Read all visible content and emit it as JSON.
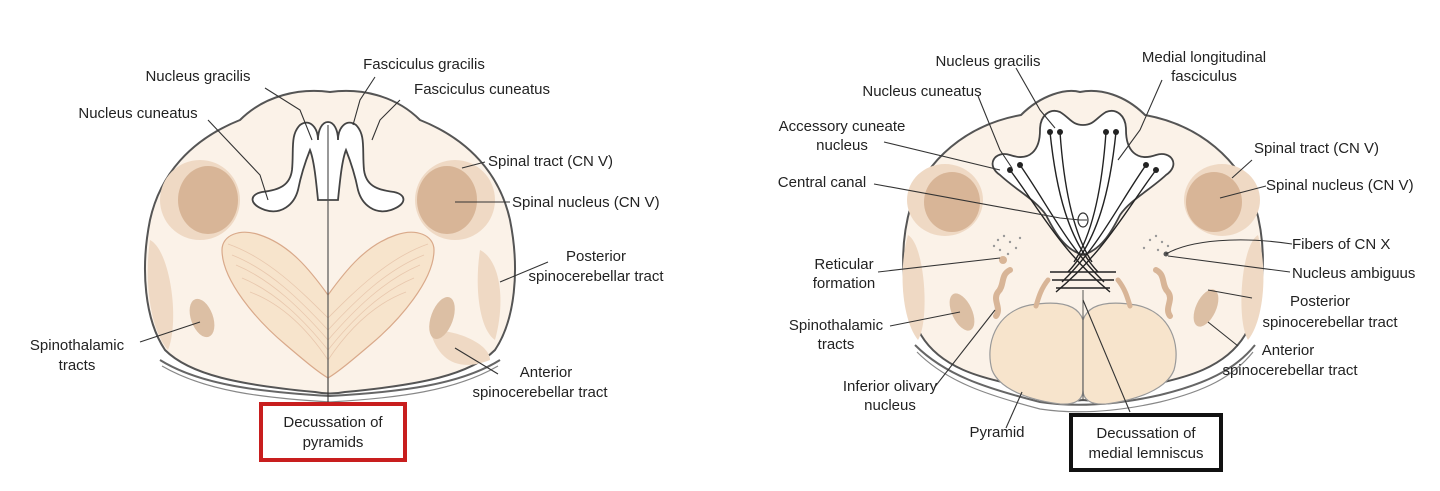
{
  "figures": [
    {
      "id": "caudal",
      "labels": {
        "nucleus_gracilis": "Nucleus gracilis",
        "fasciculus_gracilis": "Fasciculus gracilis",
        "fasciculus_cuneatus": "Fasciculus cuneatus",
        "nucleus_cuneatus": "Nucleus cuneatus",
        "spinal_tract": "Spinal tract (CN V)",
        "spinal_nucleus": "Spinal nucleus (CN V)",
        "posterior_sct_1": "Posterior",
        "posterior_sct_2": "spinocerebellar tract",
        "spinothalamic_1": "Spinothalamic",
        "spinothalamic_2": "tracts",
        "anterior_sct_1": "Anterior",
        "anterior_sct_2": "spinocerebellar tract"
      },
      "highlight": {
        "line1": "Decussation of",
        "line2": "pyramids",
        "color": "#c81e1e"
      }
    },
    {
      "id": "rostral",
      "labels": {
        "nucleus_gracilis": "Nucleus gracilis",
        "mlf_1": "Medial longitudinal",
        "mlf_2": "fasciculus",
        "nucleus_cuneatus": "Nucleus cuneatus",
        "accessory_cuneate_1": "Accessory cuneate",
        "accessory_cuneate_2": "nucleus",
        "central_canal": "Central canal",
        "spinal_tract": "Spinal tract (CN V)",
        "spinal_nucleus": "Spinal nucleus (CN V)",
        "fibers_cn_x": "Fibers of CN X",
        "nucleus_ambiguus": "Nucleus ambiguus",
        "reticular_1": "Reticular",
        "reticular_2": "formation",
        "spinothalamic_1": "Spinothalamic",
        "spinothalamic_2": "tracts",
        "posterior_sct_1": "Posterior",
        "posterior_sct_2": "spinocerebellar tract",
        "anterior_sct_1": "Anterior",
        "anterior_sct_2": "spinocerebellar tract",
        "inferior_olivary_1": "Inferior olivary",
        "inferior_olivary_2": "nucleus",
        "pyramid": "Pyramid"
      },
      "highlight": {
        "line1": "Decussation of",
        "line2": "medial lemniscus",
        "color": "#111111"
      }
    }
  ],
  "colors": {
    "section_fill": "#fbf2e8",
    "tract_fill": "#efd9c4",
    "nucleus_fill": "#d8b597",
    "pyramid_fill": "#f7e4cc"
  }
}
